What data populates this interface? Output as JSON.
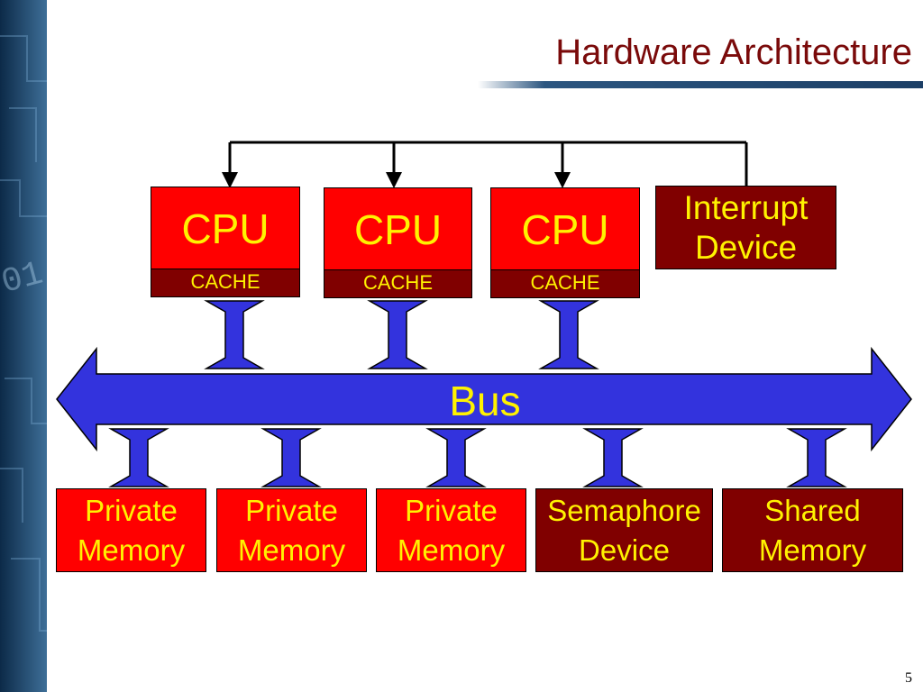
{
  "slide": {
    "title": "Hardware Architecture",
    "page_number": "5"
  },
  "decoration": {
    "side_strip_text": "01"
  },
  "colors": {
    "title": "#7a0a0a",
    "cpu_fill": "#ff0000",
    "cache_fill": "#800000",
    "device_fill": "#800000",
    "bus_fill": "#3333dd",
    "label_text": "#fff200"
  },
  "diagram": {
    "bus_label": "Bus",
    "cpus": [
      {
        "label": "CPU",
        "cache": "CACHE"
      },
      {
        "label": "CPU",
        "cache": "CACHE"
      },
      {
        "label": "CPU",
        "cache": "CACHE"
      }
    ],
    "interrupt_device": {
      "line1": "Interrupt",
      "line2": "Device"
    },
    "memories": [
      {
        "line1": "Private",
        "line2": "Memory"
      },
      {
        "line1": "Private",
        "line2": "Memory"
      },
      {
        "line1": "Private",
        "line2": "Memory"
      },
      {
        "line1": "Semaphore",
        "line2": "Device"
      },
      {
        "line1": "Shared",
        "line2": "Memory"
      }
    ]
  }
}
